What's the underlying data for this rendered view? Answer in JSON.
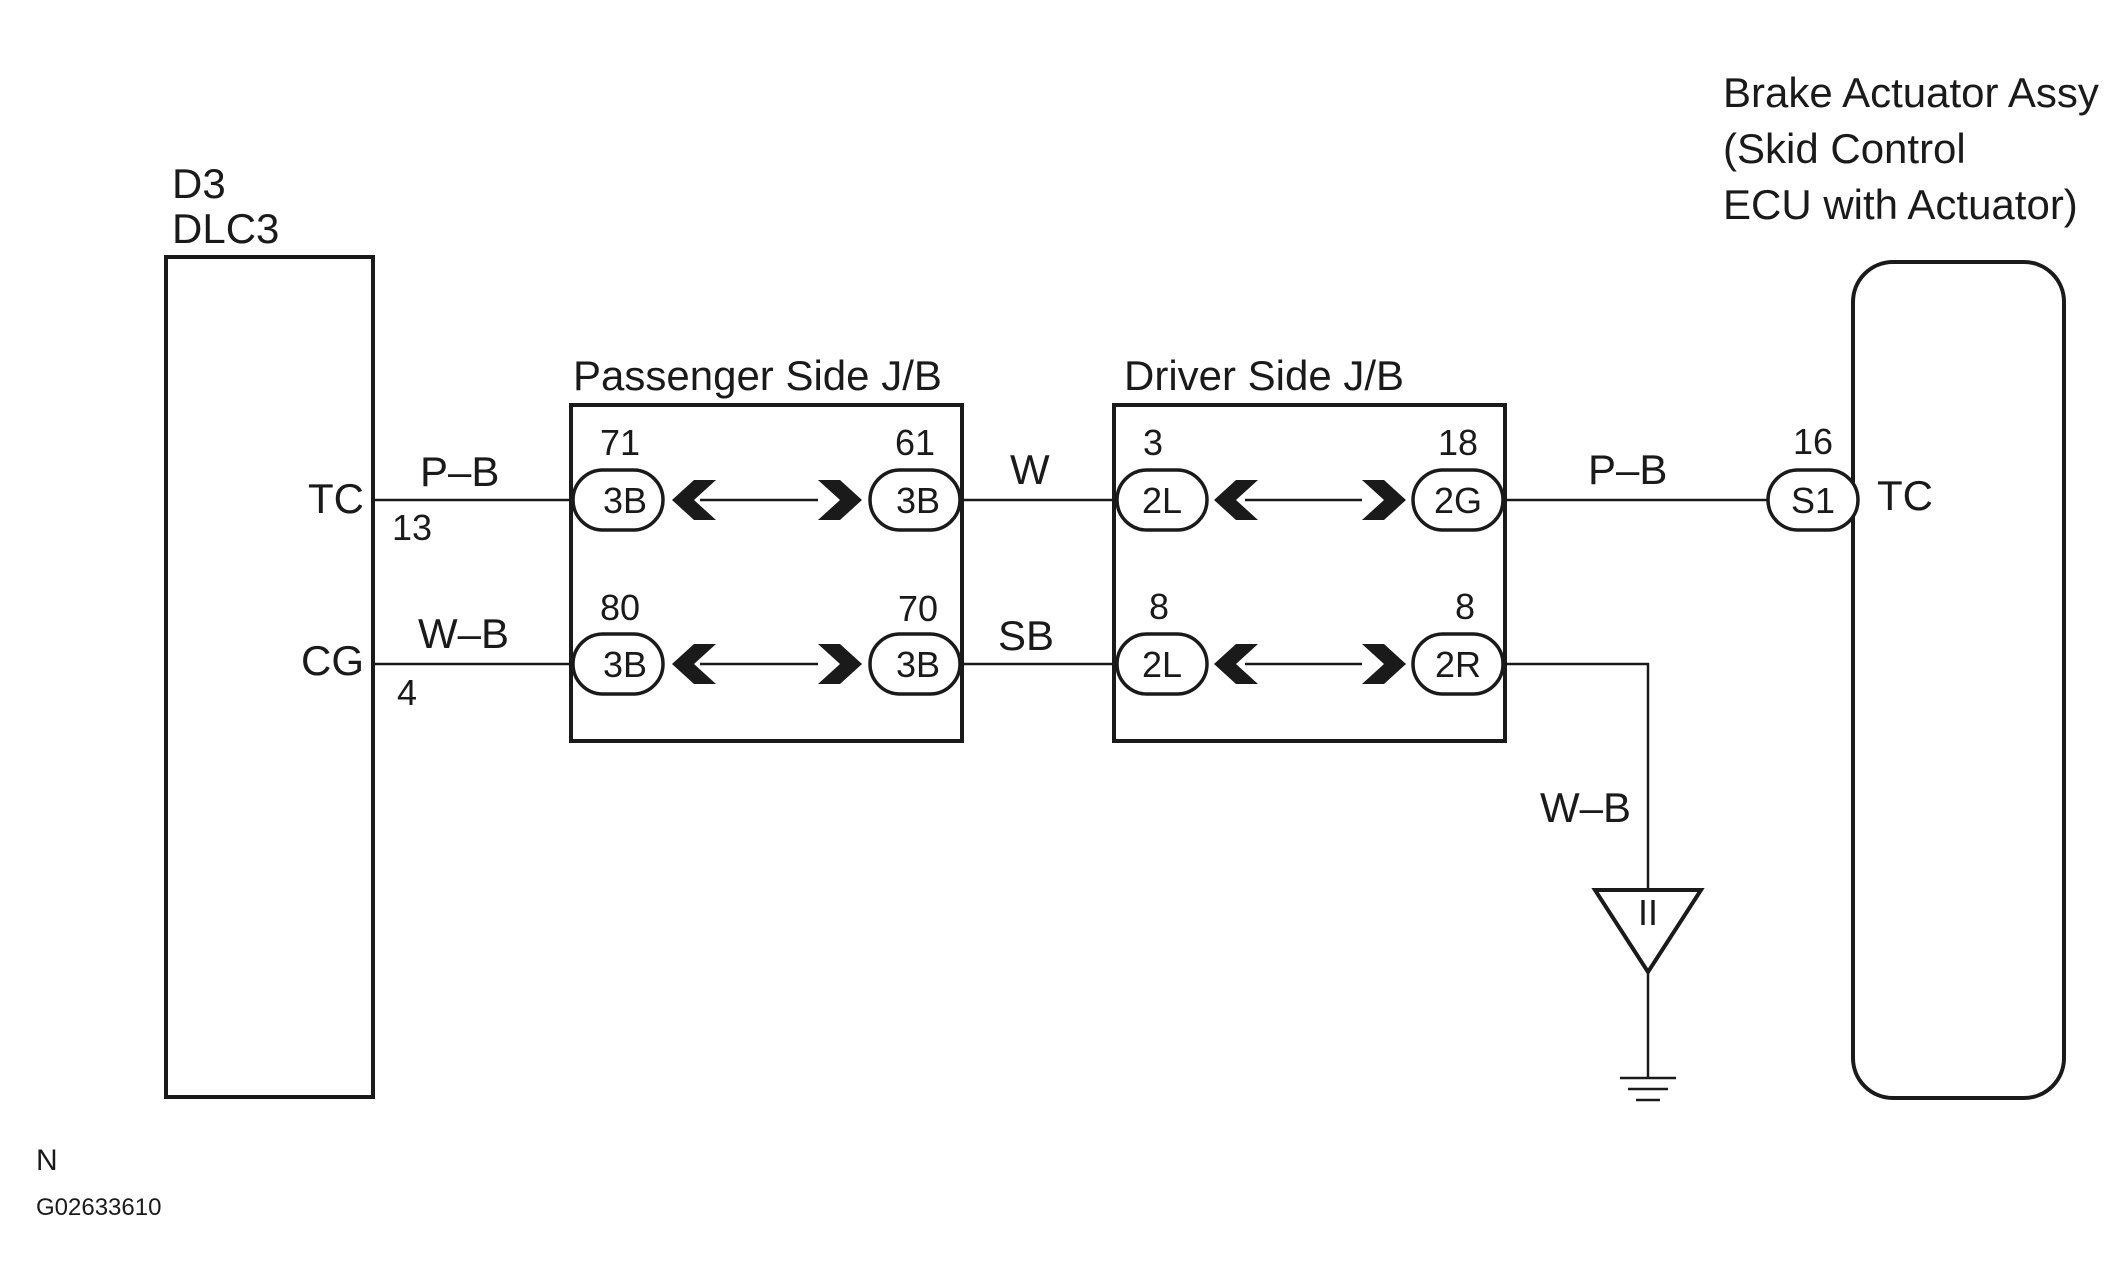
{
  "dlc3": {
    "code": "D3",
    "name": "DLC3",
    "pin_tc_label": "TC",
    "pin_tc_num": "13",
    "pin_cg_label": "CG",
    "pin_cg_num": "4"
  },
  "passenger_jb": {
    "title": "Passenger Side J/B",
    "top_left_pin": "71",
    "top_left_conn": "3B",
    "top_right_pin": "61",
    "top_right_conn": "3B",
    "bottom_left_pin": "80",
    "bottom_left_conn": "3B",
    "bottom_right_pin": "70",
    "bottom_right_conn": "3B"
  },
  "driver_jb": {
    "title": "Driver Side J/B",
    "top_left_pin": "3",
    "top_left_conn": "2L",
    "top_right_pin": "18",
    "top_right_conn": "2G",
    "bottom_left_pin": "8",
    "bottom_left_conn": "2L",
    "bottom_right_pin": "8",
    "bottom_right_conn": "2R"
  },
  "ecu": {
    "title_line1": "Brake Actuator Assy",
    "title_line2": "(Skid Control",
    "title_line3": "ECU with Actuator)",
    "pin_num": "16",
    "conn": "S1",
    "pin_label": "TC"
  },
  "wires": {
    "tc_dlc_to_pjb": "P–B",
    "cg_dlc_to_pjb": "W–B",
    "tc_pjb_to_djb": "W",
    "cg_pjb_to_djb": "SB",
    "tc_djb_to_ecu": "P–B",
    "ground_wire": "W–B"
  },
  "ground": {
    "symbol_label": "II"
  },
  "footer": {
    "code": "N",
    "figure_id": "G02633610"
  }
}
